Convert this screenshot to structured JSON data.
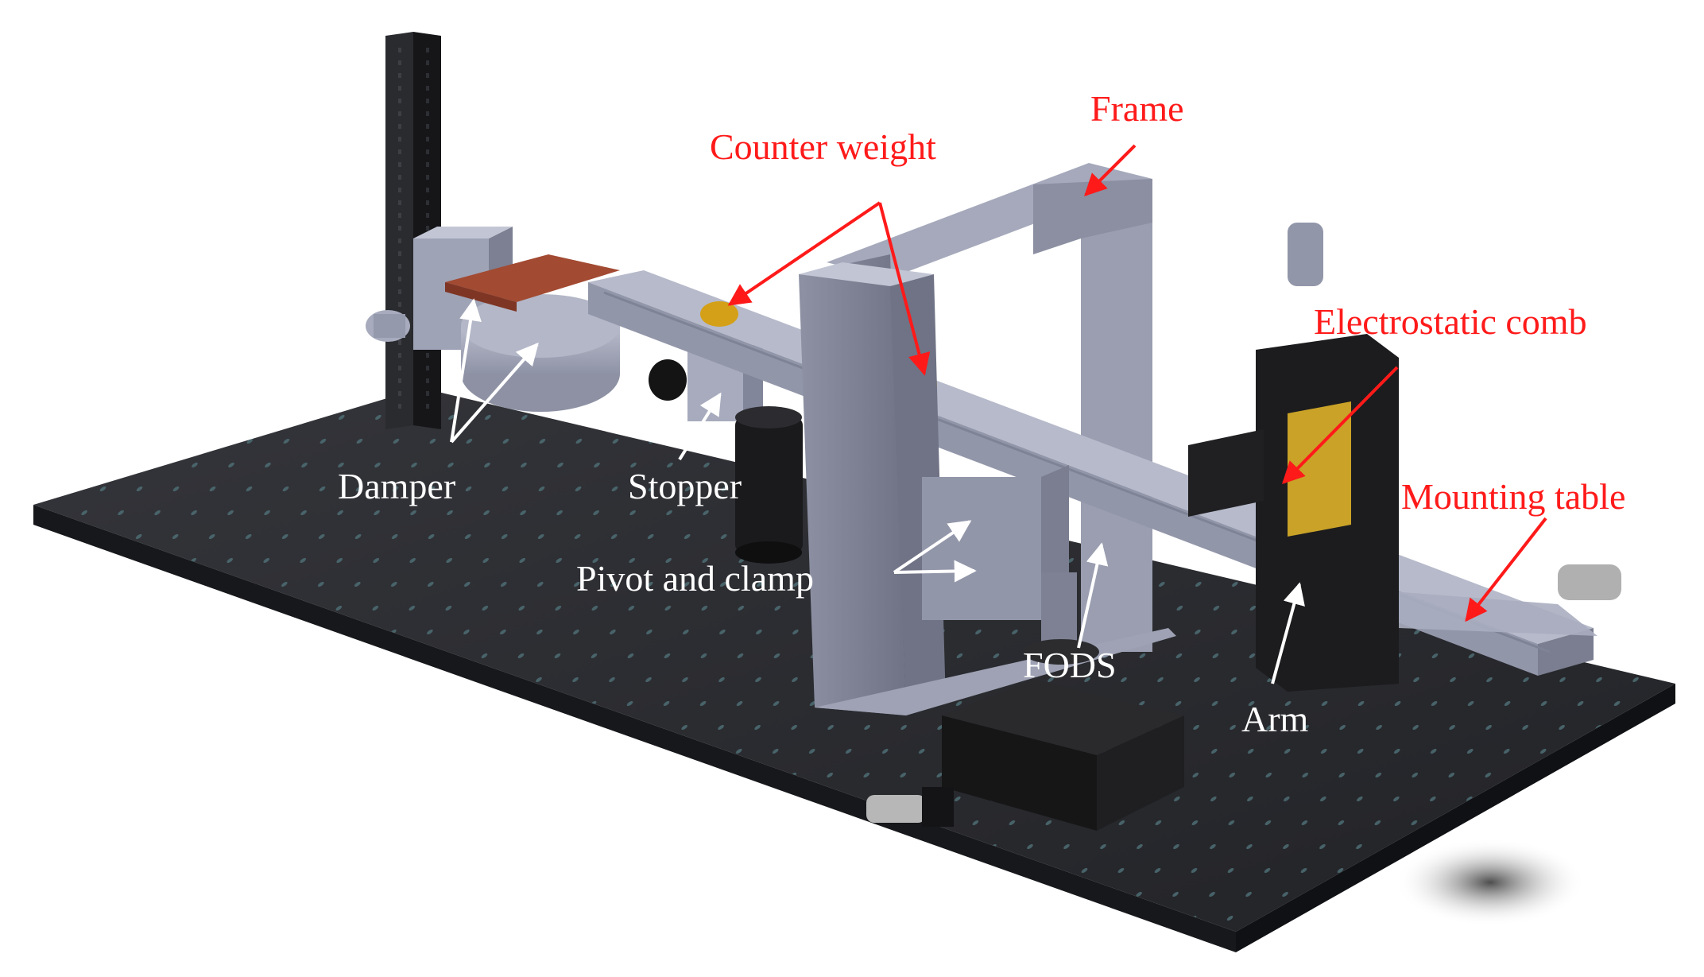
{
  "labels": {
    "frame": "Frame",
    "counter_weight": "Counter weight",
    "electrostatic_comb": "Electrostatic comb",
    "mounting_table": "Mounting table",
    "damper": "Damper",
    "stopper": "Stopper",
    "pivot_and_clamp": "Pivot and clamp",
    "fods": "FODS",
    "arm": "Arm"
  },
  "colors": {
    "callout_red": "#ff1a1a",
    "callout_white": "#ffffff",
    "breadboard": "#2b2c30",
    "aluminium_part": "#a9adbf",
    "copper_plate": "#a24a32",
    "gold_parts": "#d4a017",
    "black_stages": "#1c1c1e"
  }
}
